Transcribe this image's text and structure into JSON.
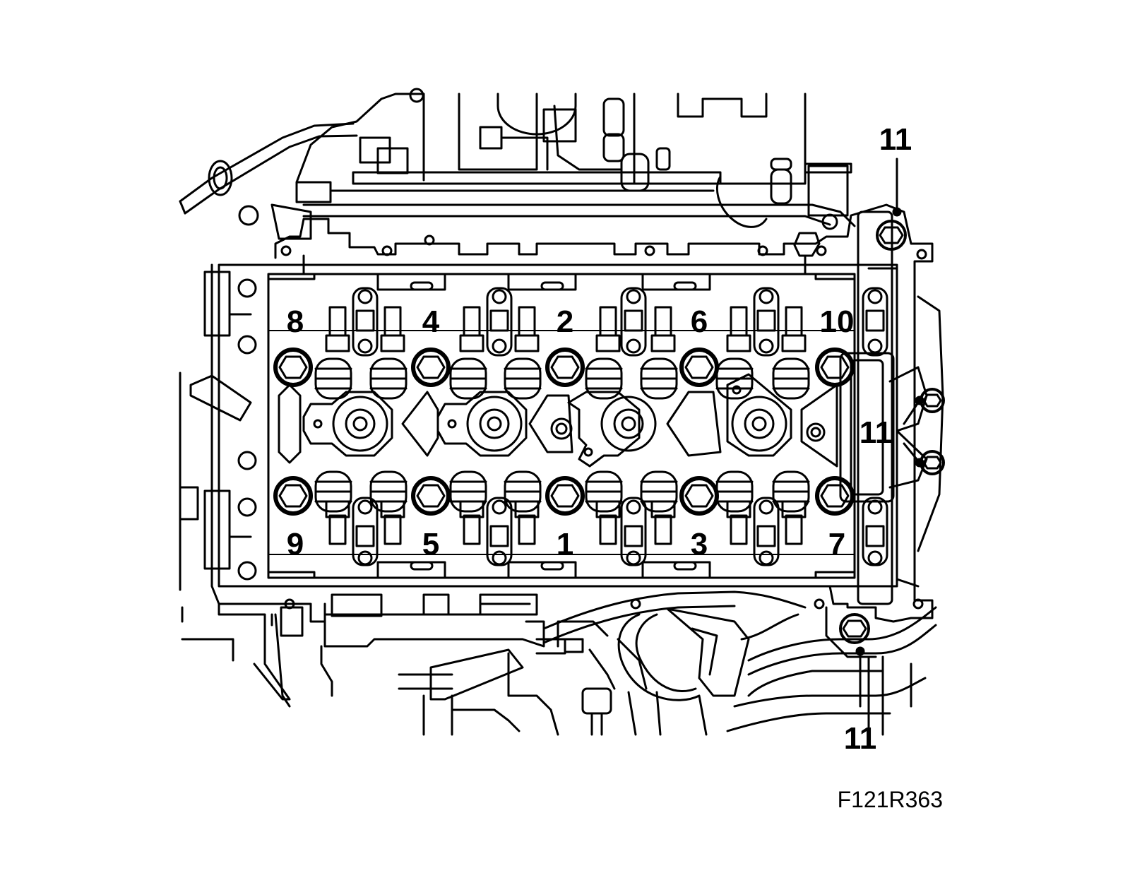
{
  "figure_code": "F121R363",
  "labels": {
    "b1": "1",
    "b2": "2",
    "b3": "3",
    "b4": "4",
    "b5": "5",
    "b6": "6",
    "b7": "7",
    "b8": "8",
    "b9": "9",
    "b10": "10",
    "b11_top": "11",
    "b11_right": "11",
    "b11_bottom": "11"
  },
  "colors": {
    "line": "#000000",
    "background": "#ffffff"
  }
}
